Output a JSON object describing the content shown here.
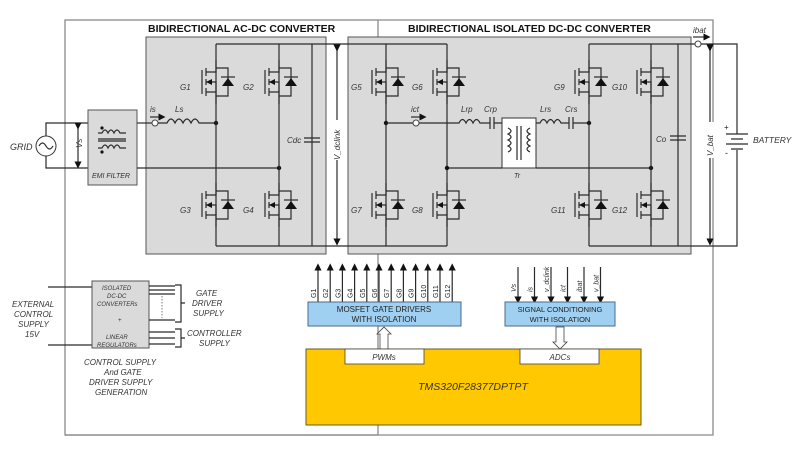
{
  "title_acdc": "BIDIRECTIONAL AC-DC CONVERTER",
  "title_dcdc": "BIDIRECTIONAL ISOLATED DC-DC CONVERTER",
  "grid_label": "GRID",
  "vs_label": "Vs",
  "emi_label": "EMI FILTER",
  "is_label": "is",
  "ls_label": "Ls",
  "cdc_label": "Cdc",
  "vdclink_label": "V_dclink",
  "ict_label": "ict",
  "lrp_label": "Lrp",
  "crp_label": "Crp",
  "lrs_label": "Lrs",
  "crs_label": "Crs",
  "tr_label": "Tr",
  "co_label": "Co",
  "ibat_label": "ibat",
  "vbat_label": "V_bat",
  "battery_label": "BATTERY",
  "plus": "+",
  "minus": "-",
  "gates": [
    "G1",
    "G2",
    "G3",
    "G4",
    "G5",
    "G6",
    "G7",
    "G8",
    "G9",
    "G10",
    "G11",
    "G12"
  ],
  "control_supply": {
    "box_line1": "ISOLATED",
    "box_line2": "DC-DC",
    "box_line3": "CONVERTERs",
    "box_plus": "+",
    "box_line4": "LINEAR",
    "box_line5": "REGULATORs",
    "caption": [
      "CONTROL SUPPLY",
      "And GATE",
      "DRIVER SUPPLY",
      "GENERATION"
    ],
    "external": [
      "EXTERNAL",
      "CONTROL",
      "SUPPLY",
      "15V"
    ],
    "gate_driver_supply": [
      "GATE",
      "DRIVER",
      "SUPPLY"
    ],
    "controller_supply": [
      "CONTROLLER",
      "SUPPLY"
    ]
  },
  "gate_driver_block": {
    "line1": "MOSFET GATE DRIVERS",
    "line2": "WITH ISOLATION"
  },
  "signal_block": {
    "line1": "SIGNAL CONDITIONING",
    "line2": "WITH ISOLATION"
  },
  "signals": [
    "Vs",
    "is",
    "v_dclink",
    "ict",
    "ibat",
    "v_bat"
  ],
  "mcu": {
    "name": "TMS320F28377DPTPT",
    "pwm_port": "PWMs",
    "adc_port": "ADCs"
  },
  "colors": {
    "mcu": "#ffc800",
    "blocks": "#9fd0f2",
    "converter_bg": "#dadada"
  }
}
